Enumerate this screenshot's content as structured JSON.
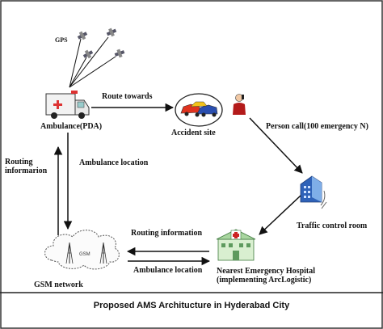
{
  "labels": {
    "gps": "GPS",
    "ambulance": "Ambulance(PDA)",
    "route_towards": "Route towards",
    "accident_site": "Accident site",
    "person_call": "Person call(100 emergency N)",
    "routing_left": [
      "Routing",
      "informarion"
    ],
    "ambulance_location_top": "Ambulance location",
    "traffic_control": "Traffic control room",
    "routing_information": "Routing information",
    "ambulance_location_bottom": "Ambulance location",
    "gsm_network": "GSM network",
    "gsm_cloud_label": "GSM",
    "hospital": [
      "Nearest Emergency Hospital",
      "(implementing ArcLogistic)"
    ],
    "caption": "Proposed AMS Architucture in Hyderabad City"
  },
  "icons": {
    "satellites": "satellite-icon",
    "ambulance": "ambulance-icon",
    "accident": "car-crash-icon",
    "person": "person-phone-icon",
    "traffic": "building-icon",
    "hospital": "hospital-icon",
    "gsm": "cloud-tower-icon"
  }
}
